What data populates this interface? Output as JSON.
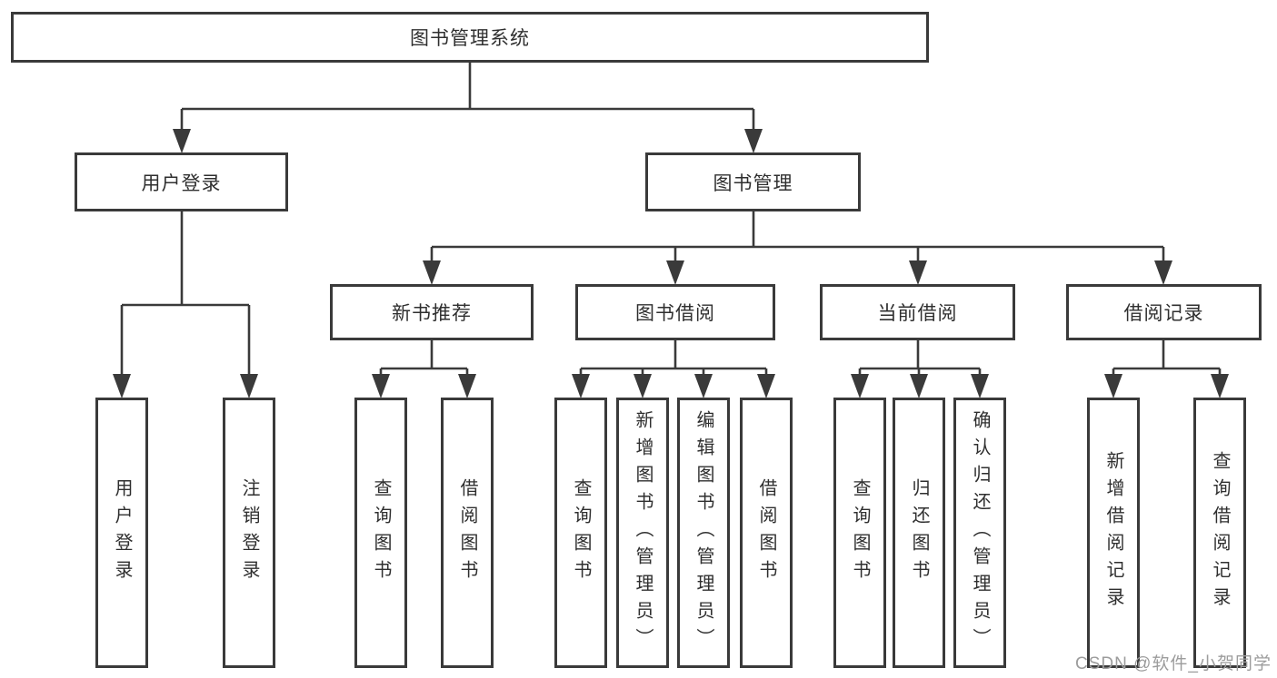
{
  "colors": {
    "line": "#3a3a3a",
    "box_border": "#3a3a3a",
    "text": "#2f2f2f",
    "background": "#ffffff",
    "watermark": "#9c9c9c"
  },
  "watermark": "CSDN @软件_小贺同学",
  "tree": {
    "root": {
      "label": "图书管理系统"
    },
    "login": {
      "label": "用户登录",
      "children": [
        {
          "label": "用户登录"
        },
        {
          "label": "注销登录"
        }
      ]
    },
    "management": {
      "label": "图书管理",
      "children": [
        {
          "label": "新书推荐",
          "children": [
            {
              "label": "查询图书"
            },
            {
              "label": "借阅图书"
            }
          ]
        },
        {
          "label": "图书借阅",
          "children": [
            {
              "label": "查询图书"
            },
            {
              "label": "新增图书（管理员）"
            },
            {
              "label": "编辑图书（管理员）"
            },
            {
              "label": "借阅图书"
            }
          ]
        },
        {
          "label": "当前借阅",
          "children": [
            {
              "label": "查询图书"
            },
            {
              "label": "归还图书"
            },
            {
              "label": "确认归还（管理员）"
            }
          ]
        },
        {
          "label": "借阅记录",
          "children": [
            {
              "label": "新增借阅记录"
            },
            {
              "label": "查询借阅记录"
            }
          ]
        }
      ]
    }
  }
}
